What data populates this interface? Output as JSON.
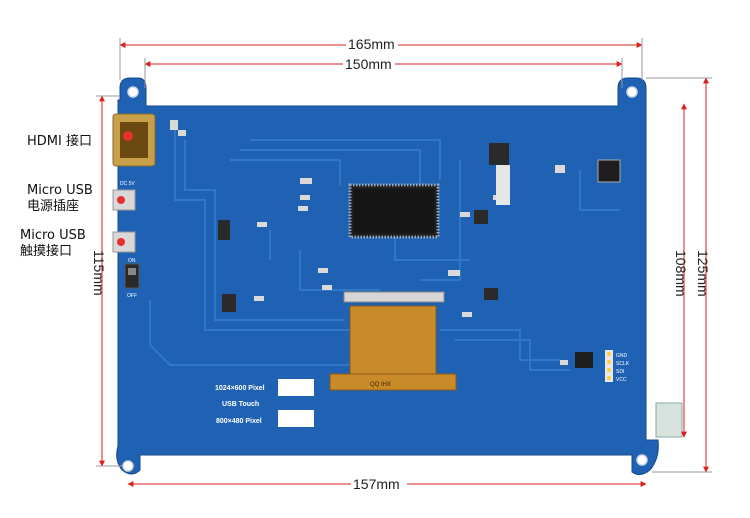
{
  "dimensions": {
    "top_outer": "165mm",
    "top_inner": "150mm",
    "bottom": "157mm",
    "left": "115mm",
    "right_outer": "125mm",
    "right_inner": "108mm"
  },
  "ports": {
    "hdmi": "HDMI 接口",
    "power_line1": "Micro USB",
    "power_line2": "电源插座",
    "touch_line1": "Micro USB",
    "touch_line2": "触摸接口"
  },
  "board": {
    "spec_resolution": "1024×600 Pixel",
    "spec_touch": "USB Touch",
    "spec_alt_resolution": "800×480 Pixel",
    "fpc_label": "QQ IHX",
    "dc_label": "DC 5V",
    "on_label": "ON",
    "off_label": "OFF",
    "header_pins": [
      "GND",
      "SCLK",
      "SDI",
      "VCC"
    ]
  },
  "colors": {
    "pcb": "#1f62b4",
    "pcb_trace": "#2f78c8",
    "fpc": "#c98a2a",
    "dimension_line": "#d9211f",
    "marker": "#e53030"
  }
}
